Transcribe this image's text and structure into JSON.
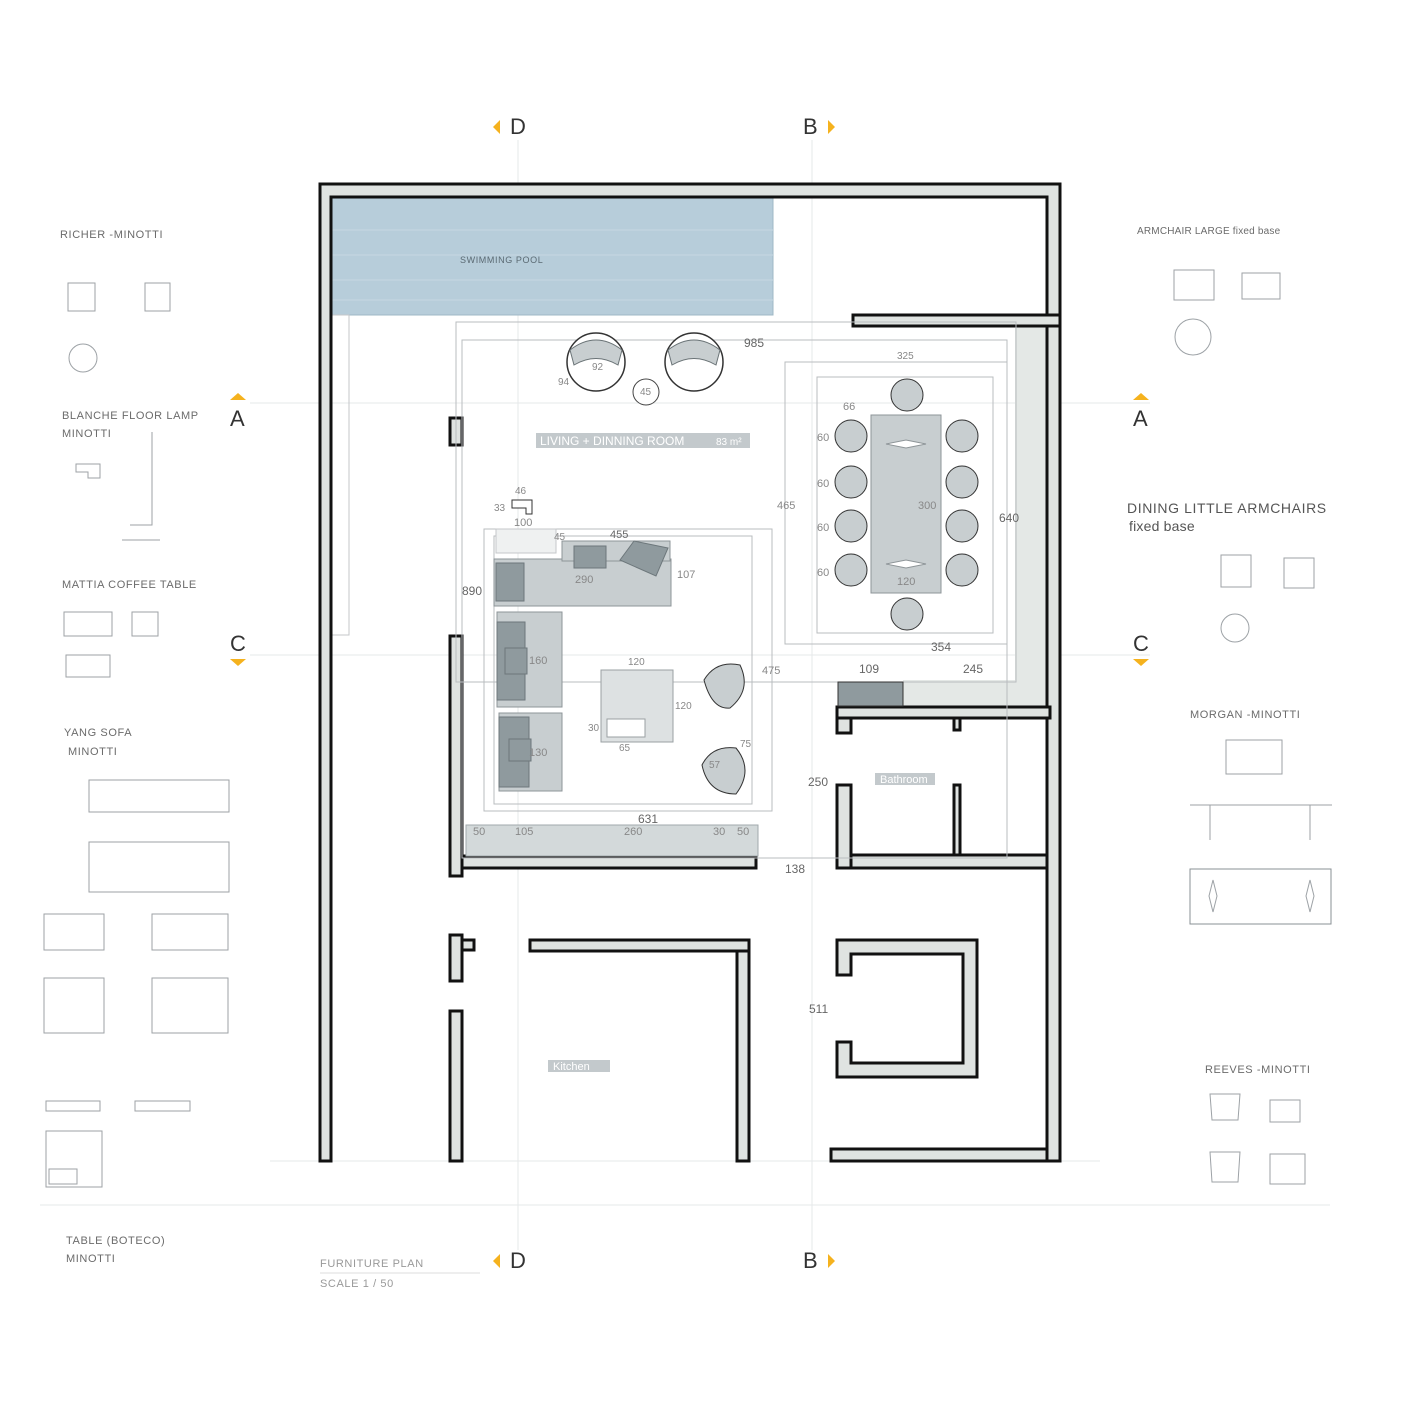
{
  "sections": {
    "d_top": "D",
    "b_top": "B",
    "a_left": "A",
    "a_right": "A",
    "c_left": "C",
    "c_right": "C",
    "d_bottom": "D",
    "b_bottom": "B"
  },
  "rooms": {
    "pool": "SWIMMING POOL",
    "living": "LIVING + DINNING ROOM",
    "living_area": "83 m²",
    "bathroom": "Bathroom",
    "kitchen": "Kitchen"
  },
  "legend": {
    "richer": "RICHER -MINOTTI",
    "blanche_1": "BLANCHE FLOOR LAMP",
    "blanche_2": "MINOTTI",
    "mattia": "MATTIA COFFEE TABLE",
    "yang_1": "YANG SOFA",
    "yang_2": "MINOTTI",
    "table_1": "TABLE (BOTECO)",
    "table_2": "MINOTTI",
    "armchair_large": "ARMCHAIR LARGE fixed base",
    "dining_1": "DINING LITTLE ARMCHAIRS",
    "dining_2": "fixed base",
    "morgan": "MORGAN -MINOTTI",
    "reeves": "REEVES -MINOTTI"
  },
  "plan_title": {
    "title": "FURNITURE PLAN",
    "scale": "SCALE 1 / 50"
  },
  "dimensions": {
    "d985": "985",
    "d325": "325",
    "d92": "92",
    "d94": "94",
    "d45": "45",
    "d66": "66",
    "d60a": "60",
    "d60b": "60",
    "d60c": "60",
    "d60d": "60",
    "d300": "300",
    "d465": "465",
    "d640": "640",
    "d120t": "120",
    "d354": "354",
    "d109": "109",
    "d245": "245",
    "d46": "46",
    "d33": "33",
    "d100": "100",
    "d45s": "45",
    "d455": "455",
    "d290": "290",
    "d107": "107",
    "d890": "890",
    "d160": "160",
    "d130": "130",
    "d120a": "120",
    "d120b": "120",
    "d30": "30",
    "d65": "65",
    "d475": "475",
    "d75": "75",
    "d57": "57",
    "d250": "250",
    "d631": "631",
    "d50a": "50",
    "d105": "105",
    "d260": "260",
    "d30b": "30",
    "d50b": "50",
    "d138": "138",
    "d511": "511"
  }
}
